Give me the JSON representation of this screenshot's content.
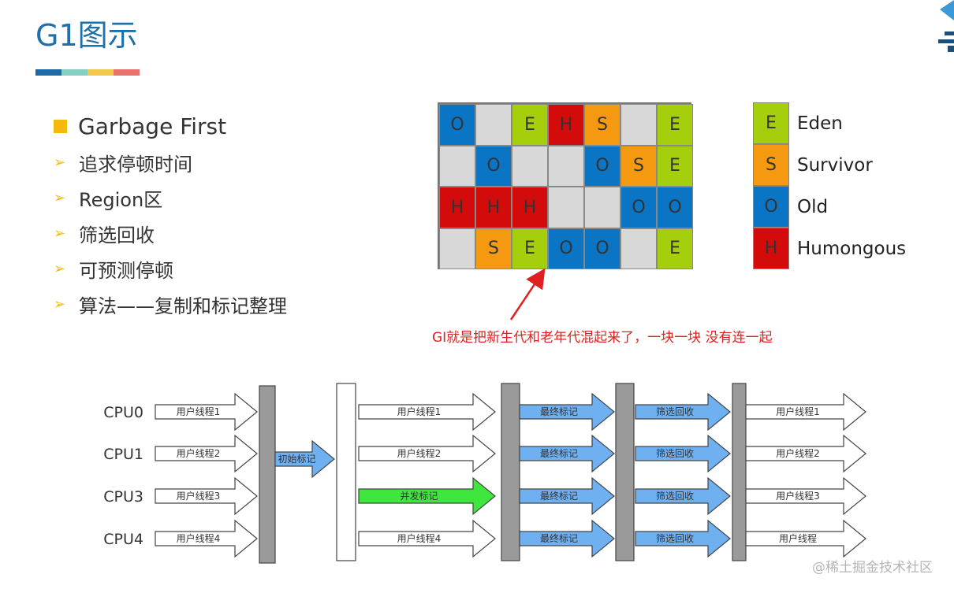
{
  "header": {
    "title": "G1图示",
    "bar_colors": [
      "#1e6aa6",
      "#87cfc1",
      "#f2c94c",
      "#e9726d"
    ]
  },
  "bullets": {
    "head": "Garbage First",
    "items": [
      "追求停顿时间",
      "Region区",
      "筛选回收",
      "可预测停顿",
      "算法——复制和标记整理"
    ]
  },
  "region_grid": {
    "colors": {
      "E": "#a5cf0c",
      "S": "#f59a10",
      "O": "#0a74c5",
      "H": "#d40b0b",
      "": "#d8d8d8"
    },
    "rows": [
      [
        "O",
        "",
        "E",
        "H",
        "S",
        "",
        "E"
      ],
      [
        "",
        "O",
        "",
        "",
        "O",
        "S",
        "E"
      ],
      [
        "H",
        "H",
        "H",
        "",
        "",
        "O",
        "O"
      ],
      [
        "",
        "S",
        "E",
        "O",
        "O",
        "",
        "E"
      ]
    ]
  },
  "legend": [
    {
      "code": "E",
      "label": "Eden"
    },
    {
      "code": "S",
      "label": "Survivor"
    },
    {
      "code": "O",
      "label": "Old"
    },
    {
      "code": "H",
      "label": "Humongous"
    }
  ],
  "annotation": "GI就是把新生代和老年代混起来了，一块一块  没有连一起",
  "flow": {
    "cpus": [
      "CPU0",
      "CPU1",
      "CPU3",
      "CPU4"
    ],
    "stage1": [
      "用户线程1",
      "用户线程2",
      "用户线程3",
      "用户线程4"
    ],
    "initial_mark": "初始标记",
    "stage2": [
      "用户线程1",
      "用户线程2",
      "并发标记",
      "用户线程4"
    ],
    "final_mark": [
      "最终标记",
      "最终标记",
      "最终标记",
      "最终标记"
    ],
    "cleanup": [
      "筛选回收",
      "筛选回收",
      "筛选回收",
      "筛选回收"
    ],
    "stage5": [
      "用户线程1",
      "用户线程2",
      "用户线程3",
      "用户线程"
    ],
    "colors": {
      "white_arrow": "#ffffff",
      "blue_arrow": "#6fb0f0",
      "green_arrow": "#3ee63e",
      "gray_bar": "#9a9a9a",
      "white_bar": "#ffffff"
    }
  },
  "watermark": "@稀土掘金技术社区"
}
